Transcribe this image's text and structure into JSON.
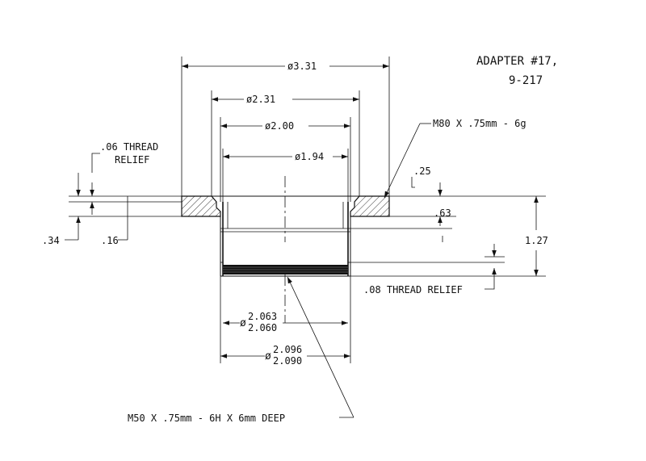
{
  "title": {
    "line1": "ADAPTER #17,",
    "line2": "9-217"
  },
  "dimensions": {
    "d331": "ø3.31",
    "d231": "ø2.31",
    "d200": "ø2.00",
    "d194": "ø1.94",
    "d2063_symbol": "ø",
    "d2063_upper": "2.063",
    "d2063_lower": "2.060",
    "d2096_symbol": "ø",
    "d2096_upper": "2.096",
    "d2096_lower": "2.090",
    "h025": ".25",
    "h063": ".63",
    "h127": "1.27",
    "h034": ".34",
    "h016": ".16"
  },
  "notes": {
    "thread_relief_top_line1": ".06 THREAD",
    "thread_relief_top_line2": "RELIEF",
    "external_thread": "M80 X .75mm - 6g",
    "thread_relief_bottom": ".08 THREAD RELIEF",
    "internal_thread": "M50 X .75mm - 6H X 6mm DEEP"
  }
}
